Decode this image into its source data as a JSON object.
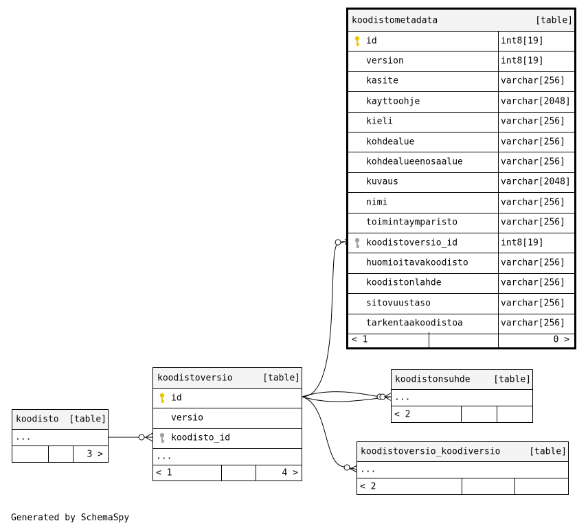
{
  "tables": {
    "koodistometadata": {
      "name": "koodistometadata",
      "type": "[table]",
      "columns": [
        {
          "name": "id",
          "dtype": "int8[19]",
          "key": "primary"
        },
        {
          "name": "version",
          "dtype": "int8[19]"
        },
        {
          "name": "kasite",
          "dtype": "varchar[256]"
        },
        {
          "name": "kayttoohje",
          "dtype": "varchar[2048]"
        },
        {
          "name": "kieli",
          "dtype": "varchar[256]"
        },
        {
          "name": "kohdealue",
          "dtype": "varchar[256]"
        },
        {
          "name": "kohdealueenosaalue",
          "dtype": "varchar[256]"
        },
        {
          "name": "kuvaus",
          "dtype": "varchar[2048]"
        },
        {
          "name": "nimi",
          "dtype": "varchar[256]"
        },
        {
          "name": "toimintaymparisto",
          "dtype": "varchar[256]"
        },
        {
          "name": "koodistoversio_id",
          "dtype": "int8[19]",
          "key": "foreign"
        },
        {
          "name": "huomioitavakoodisto",
          "dtype": "varchar[256]"
        },
        {
          "name": "koodistonlahde",
          "dtype": "varchar[256]"
        },
        {
          "name": "sitovuustaso",
          "dtype": "varchar[256]"
        },
        {
          "name": "tarkentaakoodistoa",
          "dtype": "varchar[256]"
        }
      ],
      "footer": {
        "parents": "< 1",
        "middle": "",
        "children": "0 >"
      }
    },
    "koodistoversio": {
      "name": "koodistoversio",
      "type": "[table]",
      "columns": [
        {
          "name": "id",
          "key": "primary"
        },
        {
          "name": "versio"
        },
        {
          "name": "koodisto_id",
          "key": "foreign"
        }
      ],
      "ellipsis": "...",
      "footer": {
        "parents": "< 1",
        "middle": "",
        "children": "4 >"
      }
    },
    "koodisto": {
      "name": "koodisto",
      "type": "[table]",
      "ellipsis": "...",
      "footer": {
        "parents": "",
        "middle": "",
        "children": "3 >"
      }
    },
    "koodistonsuhde": {
      "name": "koodistonsuhde",
      "type": "[table]",
      "ellipsis": "...",
      "footer": {
        "parents": "< 2",
        "middle": "",
        "children": ""
      }
    },
    "koodistoversio_koodiversio": {
      "name": "koodistoversio_koodiversio",
      "type": "[table]",
      "ellipsis": "...",
      "footer": {
        "parents": "< 2",
        "middle": "",
        "children": ""
      }
    }
  },
  "colors": {
    "primary_key": "#e8c800",
    "foreign_key": "#a0a0a0",
    "header_bg": "#f4f4f4"
  },
  "generated_by": "Generated by SchemaSpy"
}
